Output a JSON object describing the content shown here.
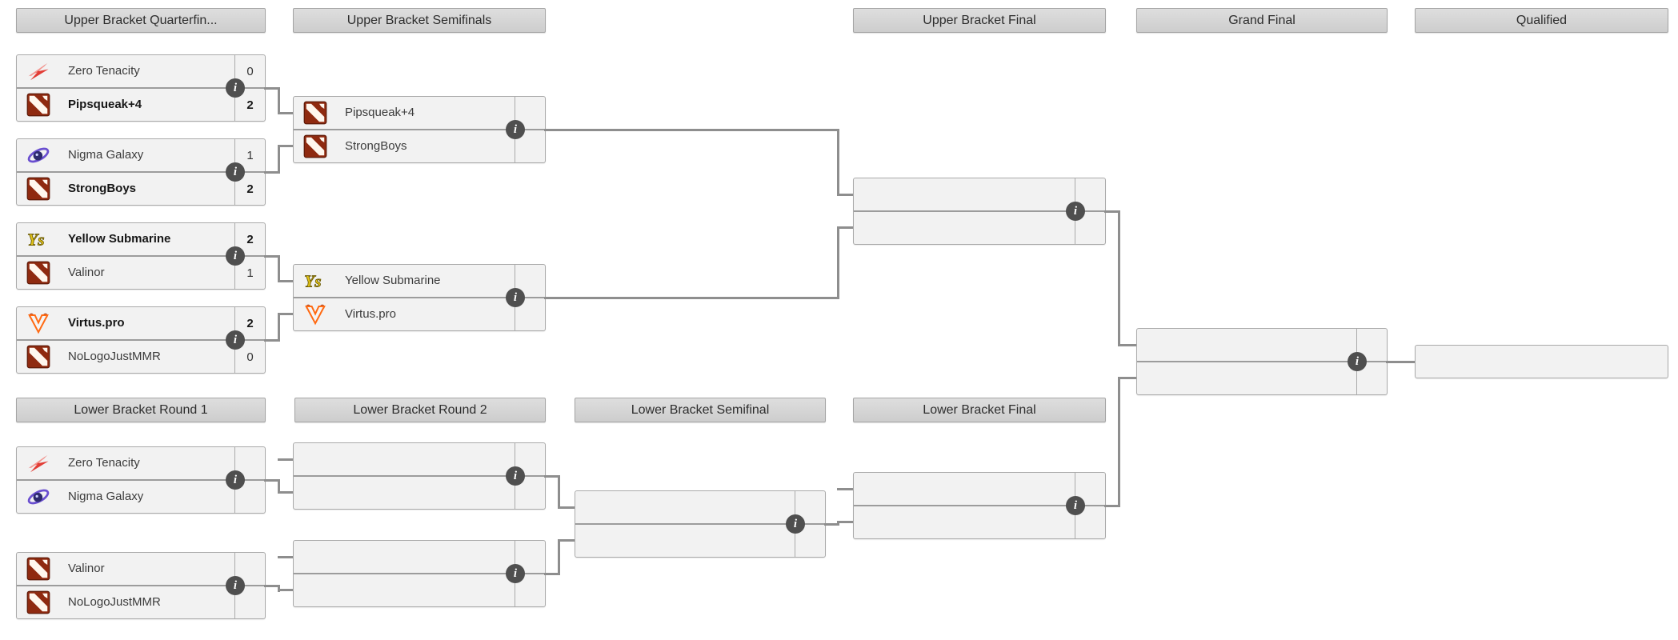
{
  "colors": {
    "header_bg": "#d6d6d6",
    "header_border": "#a5a5a5",
    "match_bg": "#f2f2f2",
    "match_border": "#aaaaaa",
    "connector": "#8e8e8e",
    "info_icon_bg": "#4f4f4f",
    "winner_text": "#161616",
    "dota_logo_red": "#8f2a10",
    "zero_tenacity_red": "#e23c35",
    "nigma_galaxy_purple": "#6a4fd0",
    "yellow_submarine_yellow": "#e3c416",
    "virtus_pro_orange": "#ff6a13"
  },
  "icons": {
    "info_glyph": "i"
  },
  "round_headers": {
    "ub_quarterfinals": "Upper Bracket Quarterfin...",
    "ub_semifinals": "Upper Bracket Semifinals",
    "ub_final": "Upper Bracket Final",
    "grand_final": "Grand Final",
    "qualified": "Qualified",
    "lb_round1": "Lower Bracket Round 1",
    "lb_round2": "Lower Bracket Round 2",
    "lb_semifinal": "Lower Bracket Semifinal",
    "lb_final": "Lower Bracket Final"
  },
  "bracket": {
    "ub_qf1": {
      "top": {
        "team": "Zero Tenacity",
        "score": "0",
        "winner": false
      },
      "bottom": {
        "team": "Pipsqueak+4",
        "score": "2",
        "winner": true
      }
    },
    "ub_qf2": {
      "top": {
        "team": "Nigma Galaxy",
        "score": "1",
        "winner": false
      },
      "bottom": {
        "team": "StrongBoys",
        "score": "2",
        "winner": true
      }
    },
    "ub_qf3": {
      "top": {
        "team": "Yellow Submarine",
        "score": "2",
        "winner": true
      },
      "bottom": {
        "team": "Valinor",
        "score": "1",
        "winner": false
      }
    },
    "ub_qf4": {
      "top": {
        "team": "Virtus.pro",
        "score": "2",
        "winner": true
      },
      "bottom": {
        "team": "NoLogoJustMMR",
        "score": "0",
        "winner": false
      }
    },
    "ub_sf1": {
      "top": {
        "team": "Pipsqueak+4",
        "score": "",
        "winner": false
      },
      "bottom": {
        "team": "StrongBoys",
        "score": "",
        "winner": false
      }
    },
    "ub_sf2": {
      "top": {
        "team": "Yellow Submarine",
        "score": "",
        "winner": false
      },
      "bottom": {
        "team": "Virtus.pro",
        "score": "",
        "winner": false
      }
    },
    "ub_final": {
      "top": {
        "team": "",
        "score": "",
        "winner": false
      },
      "bottom": {
        "team": "",
        "score": "",
        "winner": false
      }
    },
    "grand_final": {
      "top": {
        "team": "",
        "score": "",
        "winner": false
      },
      "bottom": {
        "team": "",
        "score": "",
        "winner": false
      }
    },
    "qualified_slot": {
      "team": ""
    },
    "lb_r1m1": {
      "top": {
        "team": "Zero Tenacity",
        "score": "",
        "winner": false
      },
      "bottom": {
        "team": "Nigma Galaxy",
        "score": "",
        "winner": false
      }
    },
    "lb_r1m2": {
      "top": {
        "team": "Valinor",
        "score": "",
        "winner": false
      },
      "bottom": {
        "team": "NoLogoJustMMR",
        "score": "",
        "winner": false
      }
    },
    "lb_r2m1": {
      "top": {
        "team": "",
        "score": "",
        "winner": false
      },
      "bottom": {
        "team": "",
        "score": "",
        "winner": false
      }
    },
    "lb_r2m2": {
      "top": {
        "team": "",
        "score": "",
        "winner": false
      },
      "bottom": {
        "team": "",
        "score": "",
        "winner": false
      }
    },
    "lb_sf": {
      "top": {
        "team": "",
        "score": "",
        "winner": false
      },
      "bottom": {
        "team": "",
        "score": "",
        "winner": false
      }
    },
    "lb_final": {
      "top": {
        "team": "",
        "score": "",
        "winner": false
      },
      "bottom": {
        "team": "",
        "score": "",
        "winner": false
      }
    }
  }
}
